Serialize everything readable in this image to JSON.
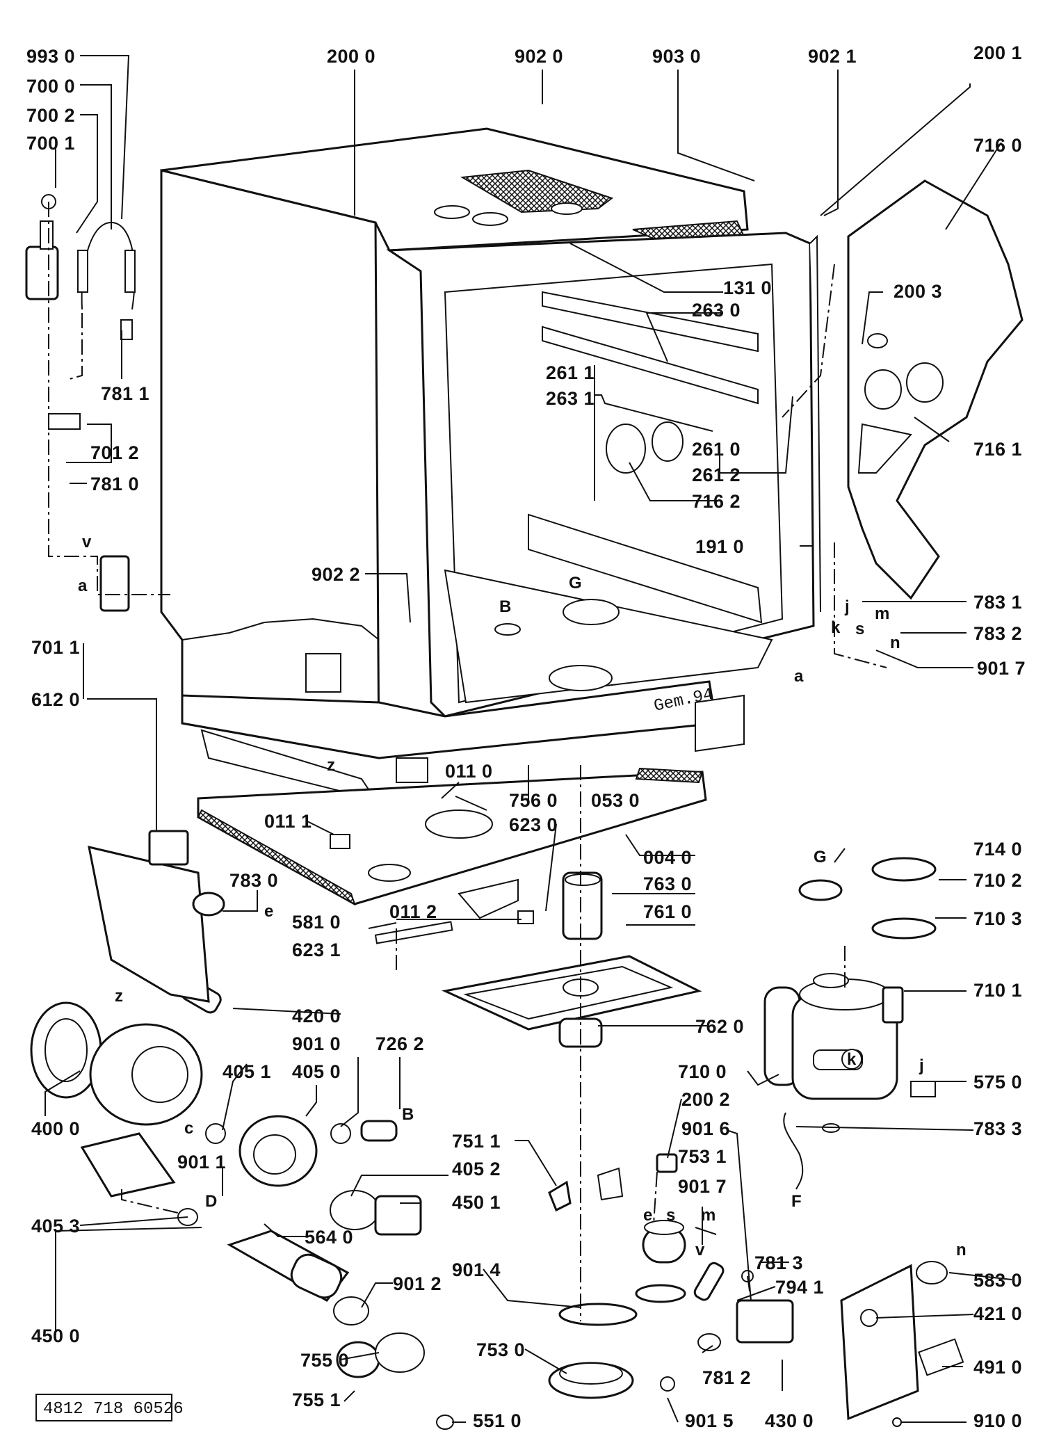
{
  "document_number": "4812 718 60526",
  "stamp": "Gem.94",
  "part_labels": [
    "993 0",
    "700 0",
    "700 2",
    "700 1",
    "200 0",
    "902 0",
    "903 0",
    "902 1",
    "200 1",
    "716 0",
    "131 0",
    "263 0",
    "200 3",
    "781 1",
    "261 1",
    "263 1",
    "701 2",
    "781 0",
    "261 0",
    "261 2",
    "716 1",
    "716 2",
    "191 0",
    "902 2",
    "783 1",
    "783 2",
    "701 1",
    "901 7",
    "612 0",
    "011 0",
    "756 0",
    "053 0",
    "011 1",
    "623 0",
    "004 0",
    "714 0",
    "783 0",
    "763 0",
    "710 2",
    "581 0",
    "011 2",
    "761 0",
    "623 1",
    "710 3",
    "710 1",
    "420 0",
    "762 0",
    "901 0",
    "726 2",
    "405 1",
    "405 0",
    "710 0",
    "575 0",
    "200 2",
    "400 0",
    "901 6",
    "783 3",
    "751 1",
    "753 1",
    "901 1",
    "405 2",
    "901 7",
    "450 1",
    "405 3",
    "564 0",
    "781 3",
    "583 0",
    "901 4",
    "794 1",
    "901 2",
    "421 0",
    "450 0",
    "755 0",
    "753 0",
    "781 2",
    "491 0",
    "755 1",
    "551 0",
    "901 5",
    "430 0",
    "910 0"
  ],
  "reference_letters": [
    "a",
    "v",
    "B",
    "G",
    "z",
    "c",
    "D",
    "k",
    "j",
    "s",
    "m",
    "n",
    "e",
    "F"
  ]
}
